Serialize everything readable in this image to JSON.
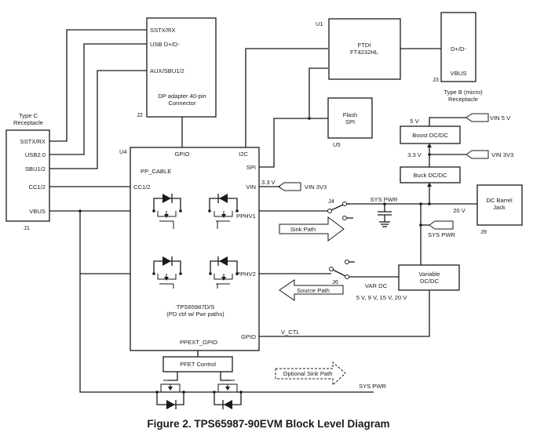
{
  "caption": "Figure 2. TPS65987-90EVM Block Level Diagram",
  "blocks": {
    "j1": {
      "ref": "J1",
      "title_line1": "Type C",
      "title_line2": "Receptacle",
      "pins": [
        "SSTX/RX",
        "USB2.0",
        "SBU1/2",
        "CC1/2",
        "VBUS"
      ]
    },
    "j2": {
      "ref": "J2",
      "pins": [
        "SSTX/RX",
        "USB D+/D-",
        "AUX/SBU1/2"
      ],
      "name_line1": "DP adapter 40-pin",
      "name_line2": "Connector"
    },
    "u1": {
      "ref": "U1",
      "name_line1": "FTDI",
      "name_line2": "FT4232HL"
    },
    "j3": {
      "ref": "J3",
      "pins": [
        "D+/D-",
        "VBUS"
      ],
      "title_line1": "Type B (micro)",
      "title_line2": "Receptacle"
    },
    "u5": {
      "ref": "U5",
      "name_line1": "Flash",
      "name_line2": "SPI"
    },
    "u4": {
      "ref": "U4",
      "pins": {
        "gpio_top": "GPIO",
        "i2c": "I2C",
        "spi": "SPI",
        "vin": "VIN",
        "cc": "CC1/2",
        "pp_cable": "PP_CABLE",
        "pphv1": "PPHV1",
        "pphv2": "PPHV2",
        "gpio_bottom": "GPIO",
        "ppext_gpio": "PPEXT_GPIO"
      },
      "name_line1": "TPS65987D/S",
      "name_line2": "(PD ctrl w/ Pwr paths)"
    },
    "boost": {
      "name": "Boost DC/DC",
      "out_label": "5 V"
    },
    "buck": {
      "name": "Buck DC/DC",
      "out_label": "3.3 V"
    },
    "j9": {
      "ref": "J9",
      "name_line1": "DC Barrel",
      "name_line2": "Jack",
      "voltage": "20 V"
    },
    "variable_dcdc": {
      "name_line1": "Variable",
      "name_line2": "DC/DC"
    },
    "pfet_control": {
      "name": "PFET Control"
    }
  },
  "net_labels": {
    "vin_5v": "VIN 5 V",
    "vin_3v3_top": "VIN 3V3",
    "vin_3v3_u4": "VIN 3V3",
    "vin_3v3_u4_voltage": "3.3 V",
    "sys_pwr_bus": "SYS PWR",
    "sys_pwr_tag": "SYS PWR",
    "sys_pwr_bottom": "SYS PWR",
    "var_dc": "VAR DC",
    "var_dc_voltages": "5 V, 9 V, 15 V, 20 V",
    "v_ctl": "V_CTL"
  },
  "switches": {
    "j4": "J4",
    "j6": "J6"
  },
  "arrows": {
    "sink_path": "Sink Path",
    "source_path": "Source Path",
    "optional_sink_path": "Optional Sink Path"
  }
}
